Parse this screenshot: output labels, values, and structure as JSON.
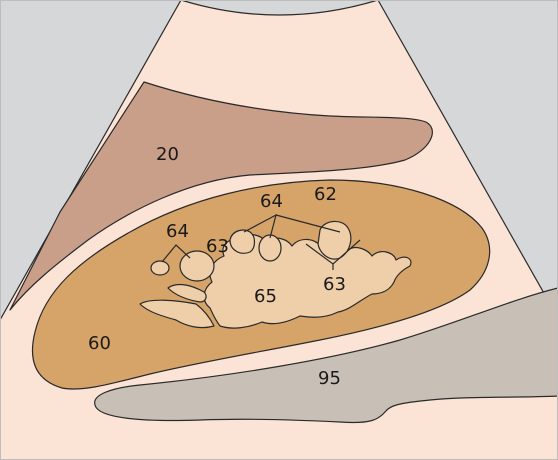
{
  "labels": {
    "region_20": "20",
    "region_60": "60",
    "region_62": "62",
    "region_63_left": "63",
    "region_63_right": "63",
    "region_64_left": "64",
    "region_64_top": "64",
    "region_65": "65",
    "region_95": "95"
  },
  "colors": {
    "background": "#d6d7d9",
    "sector": "#fbe3d6",
    "region_20": "#c99f8a",
    "region_60": "#d6a469",
    "region_65": "#efcfaa",
    "region_95": "#c8c0b6",
    "outline": "#2a2a2a"
  }
}
